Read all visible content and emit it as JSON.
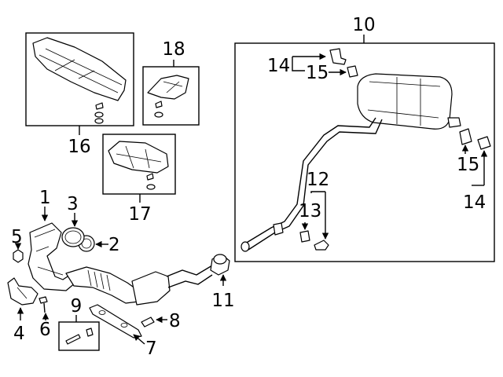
{
  "callouts": {
    "c1": "1",
    "c2": "2",
    "c3": "3",
    "c4": "4",
    "c5": "5",
    "c6": "6",
    "c7": "7",
    "c8": "8",
    "c9": "9",
    "c10": "10",
    "c11": "11",
    "c12": "12",
    "c13": "13",
    "c14a": "14",
    "c14b": "14",
    "c15a": "15",
    "c15b": "15",
    "c16": "16",
    "c17": "17",
    "c18": "18"
  }
}
